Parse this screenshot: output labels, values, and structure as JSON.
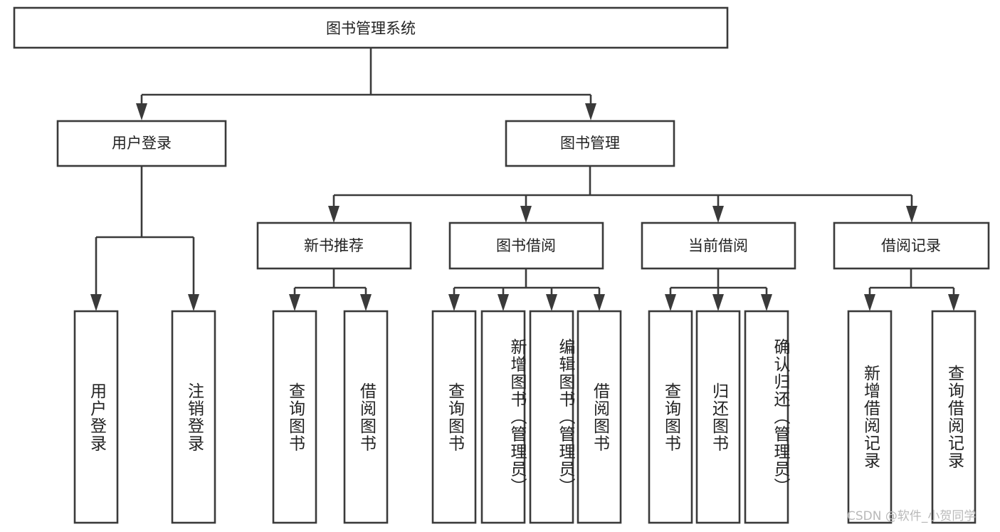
{
  "diagram": {
    "title": "图书管理系统",
    "type": "tree-hierarchy",
    "watermark": "CSDN @软件_小贺同学",
    "colors": {
      "stroke": "#3a3a3a",
      "fill": "#ffffff",
      "text": "#222222",
      "watermark": "#b9b9b9"
    },
    "root": {
      "label": "图书管理系统"
    },
    "level2": [
      {
        "label": "用户登录"
      },
      {
        "label": "图书管理"
      }
    ],
    "level3": [
      {
        "label": "新书推荐"
      },
      {
        "label": "图书借阅"
      },
      {
        "label": "当前借阅"
      },
      {
        "label": "借阅记录"
      }
    ],
    "leaves": {
      "user_login": [
        {
          "label": "用户登录"
        },
        {
          "label": "注销登录"
        }
      ],
      "new_book_recommend": [
        {
          "label": "查询图书"
        },
        {
          "label": "借阅图书"
        }
      ],
      "book_borrow": [
        {
          "label": "查询图书"
        },
        {
          "label": "新增图书（管理员）"
        },
        {
          "label": "编辑图书（管理员）"
        },
        {
          "label": "借阅图书"
        }
      ],
      "current_borrow": [
        {
          "label": "查询图书"
        },
        {
          "label": "归还图书"
        },
        {
          "label": "确认归还（管理员）"
        }
      ],
      "borrow_record": [
        {
          "label": "新增借阅记录"
        },
        {
          "label": "查询借阅记录"
        }
      ]
    }
  }
}
